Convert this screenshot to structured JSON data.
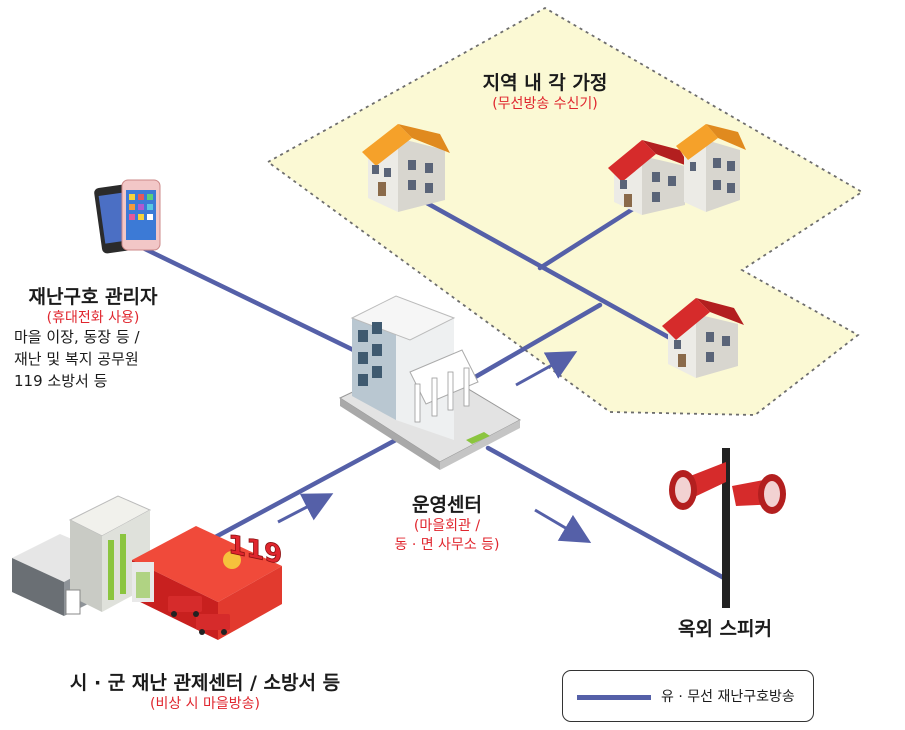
{
  "homes": {
    "title": "지역 내 각 가정",
    "subtitle": "(무선방송 수신기)"
  },
  "manager": {
    "title": "재난구호 관리자",
    "subtitle": "(휴대전화 사용)",
    "lines": [
      "마을 이장, 동장 등 /",
      "재난 및 복지 공무원",
      "119 소방서 등"
    ]
  },
  "center": {
    "title": "운영센터",
    "subtitle_lines": [
      "(마을회관 /",
      "동 · 면 사무소 등)"
    ]
  },
  "speaker": {
    "title": "옥외 스피커"
  },
  "control": {
    "title": "시 · 군 재난 관제센터 / 소방서 등",
    "subtitle": "(비상 시 마을방송)",
    "sign": "119"
  },
  "legend": {
    "label": "유 · 무선 재난구호방송"
  },
  "colors": {
    "line": "#5560a8",
    "accent": "#e0262e",
    "zone": "#fbf9d4",
    "roof_orange": "#f5a12a",
    "roof_red": "#d62b2b"
  }
}
